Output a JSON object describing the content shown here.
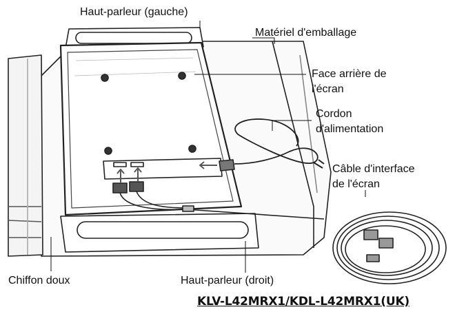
{
  "labels": {
    "speaker_left": "Haut-parleur (gauche)",
    "packing_material": "Matériel d'emballage",
    "screen_back_line1": "Face arrière de",
    "screen_back_line2": "l'écran",
    "power_cord_line1": "Cordon",
    "power_cord_line2": "d'alimentation",
    "interface_cable_line1": "Câble d'interface",
    "interface_cable_line2": "de l'écran",
    "soft_cloth": "Chiffon doux",
    "speaker_right": "Haut-parleur (droit)"
  },
  "model": "KLV-L42MRX1/KDL-L42MRX1(UK)"
}
